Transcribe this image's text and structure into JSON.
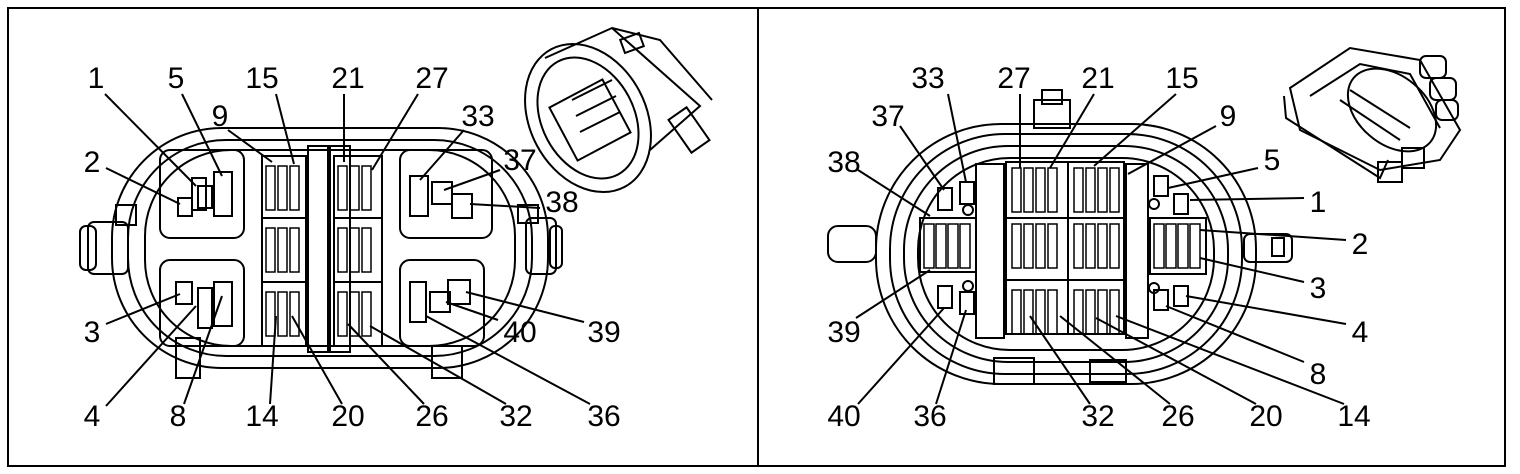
{
  "left_view": {
    "pin_labels": [
      "1",
      "5",
      "15",
      "21",
      "27",
      "2",
      "9",
      "33",
      "37",
      "38",
      "3",
      "40",
      "39",
      "4",
      "8",
      "14",
      "20",
      "26",
      "32",
      "36"
    ]
  },
  "right_view": {
    "pin_labels": [
      "33",
      "27",
      "21",
      "15",
      "37",
      "9",
      "38",
      "5",
      "1",
      "2",
      "3",
      "39",
      "4",
      "8",
      "40",
      "36",
      "32",
      "26",
      "20",
      "14"
    ]
  }
}
